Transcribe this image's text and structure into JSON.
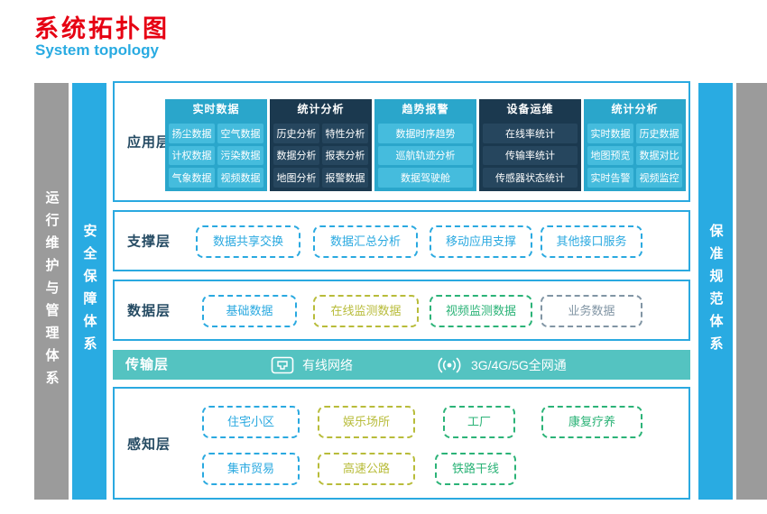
{
  "header": {
    "title": "系统拓扑图",
    "subtitle": "System topology"
  },
  "pillars": {
    "left_outer": "运行维护与管理体系",
    "left_inner": "安全保障体系",
    "right_inner": "保准规范体系"
  },
  "app_layer": {
    "label": "应用层",
    "groups": [
      {
        "header": "实时数据",
        "theme": "light",
        "items": [
          "扬尘数据",
          "空气数据",
          "计权数据",
          "污染数据",
          "气象数据",
          "视频数据"
        ]
      },
      {
        "header": "统计分析",
        "theme": "dark",
        "items": [
          "历史分析",
          "特性分析",
          "数据分析",
          "报表分析",
          "地图分析",
          "报警数据"
        ]
      },
      {
        "header": "趋势报警",
        "theme": "light",
        "items": [
          "数据时序趋势",
          "巡航轨迹分析",
          "数据驾驶舱"
        ]
      },
      {
        "header": "设备运维",
        "theme": "dark",
        "items": [
          "在线率统计",
          "传输率统计",
          "传感器状态统计"
        ]
      },
      {
        "header": "统计分析",
        "theme": "light",
        "items": [
          "实时数据",
          "历史数据",
          "地图预览",
          "数据对比",
          "实时告警",
          "视频监控"
        ]
      }
    ]
  },
  "support_layer": {
    "label": "支撑层",
    "items": [
      "数据共享交换",
      "数据汇总分析",
      "移动应用支撑",
      "其他接口服务"
    ]
  },
  "data_layer": {
    "label": "数据层",
    "items": [
      {
        "label": "基础数据",
        "color": "#2aa9e0"
      },
      {
        "label": "在线监测数据",
        "color": "#b8bc3a"
      },
      {
        "label": "视频监测数据",
        "color": "#2bb377"
      },
      {
        "label": "业务数据",
        "color": "#8195a4"
      }
    ]
  },
  "transport_layer": {
    "label": "传输层",
    "wired_label": "有线网络",
    "wireless_label": "3G/4G/5G全网通"
  },
  "perception_layer": {
    "label": "感知层",
    "rows": [
      [
        {
          "label": "住宅小区",
          "color": "#2aa9e0"
        },
        {
          "label": "娱乐场所",
          "color": "#b8bc3a"
        },
        {
          "label": "工厂",
          "color": "#2bb377"
        },
        {
          "label": "康复疗养",
          "color": "#2bb377"
        }
      ],
      [
        {
          "label": "集市贸易",
          "color": "#2aa9e0"
        },
        {
          "label": "高速公路",
          "color": "#b8bc3a"
        },
        {
          "label": "铁路干线",
          "color": "#2bb377"
        }
      ]
    ]
  },
  "colors": {
    "title_red": "#e60012",
    "accent_cyan": "#29abe2",
    "pillar_gray": "#9b9b9b",
    "group_dark": "#1b394f",
    "group_light": "#2aa6cb",
    "transport_teal": "#54c3c1",
    "olive": "#b8bc3a",
    "green": "#2bb377",
    "slate": "#8195a4"
  }
}
